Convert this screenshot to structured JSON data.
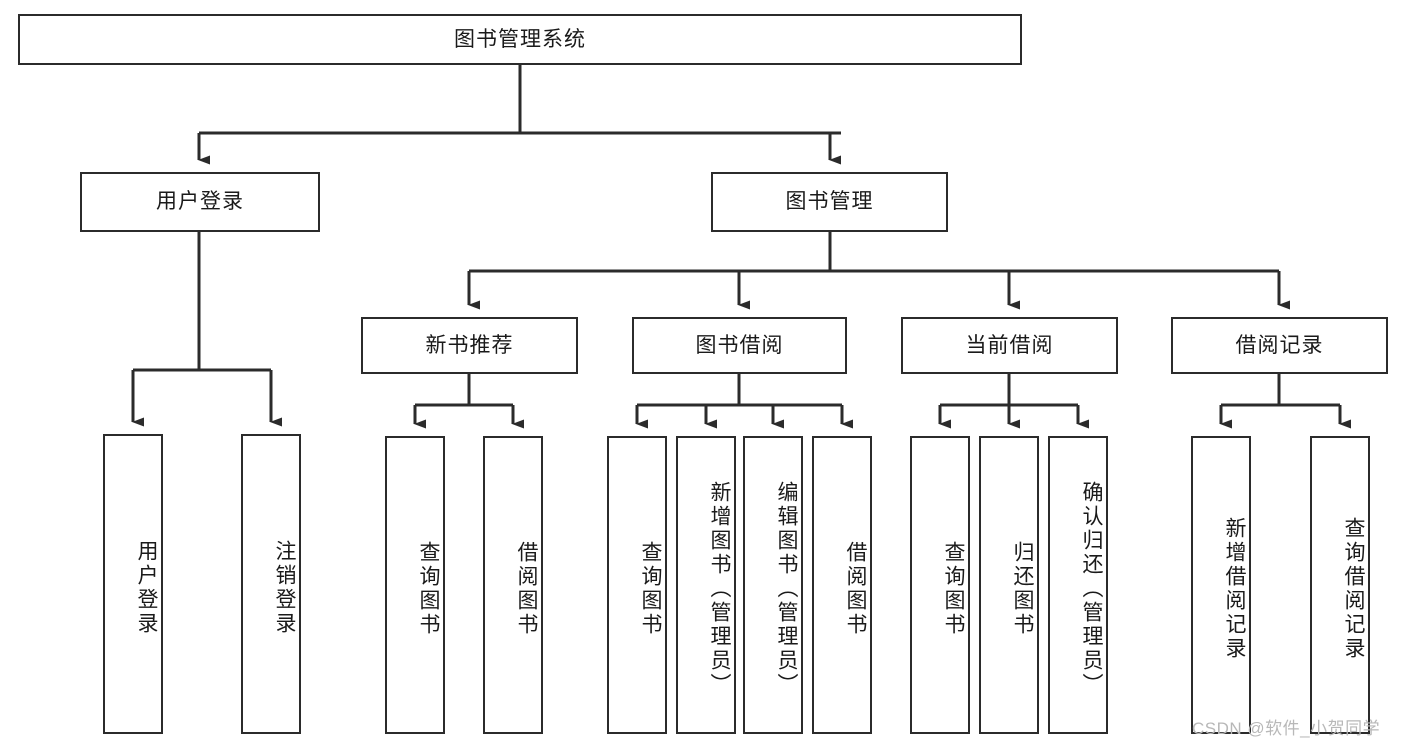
{
  "diagram": {
    "title": "图书管理系统",
    "type": "tree-hierarchy-diagram",
    "colors": {
      "box_border": "#2b2b2b",
      "box_fill": "#ffffff",
      "connector": "#2b2b2b",
      "text": "#1a1a1a",
      "watermark": "#b8b8b8",
      "background": "#ffffff"
    },
    "nodes": {
      "root": {
        "label": "图书管理系统"
      },
      "level2": [
        {
          "label": "用户登录"
        },
        {
          "label": "图书管理"
        }
      ],
      "level3": [
        {
          "label": "新书推荐"
        },
        {
          "label": "图书借阅"
        },
        {
          "label": "当前借阅"
        },
        {
          "label": "借阅记录"
        }
      ],
      "leaves": {
        "user_login": [
          {
            "label": "用户登录"
          },
          {
            "label": "注销登录"
          }
        ],
        "new_book_recommend": [
          {
            "label": "查询图书"
          },
          {
            "label": "借阅图书"
          }
        ],
        "book_borrow": [
          {
            "label": "查询图书"
          },
          {
            "label": "新增图书（管理员）"
          },
          {
            "label": "编辑图书（管理员）"
          },
          {
            "label": "借阅图书"
          }
        ],
        "current_borrow": [
          {
            "label": "查询图书"
          },
          {
            "label": "归还图书"
          },
          {
            "label": "确认归还（管理员）"
          }
        ],
        "borrow_record": [
          {
            "label": "新增借阅记录"
          },
          {
            "label": "查询借阅记录"
          }
        ]
      }
    },
    "watermark": "CSDN @软件_小贺同学"
  }
}
